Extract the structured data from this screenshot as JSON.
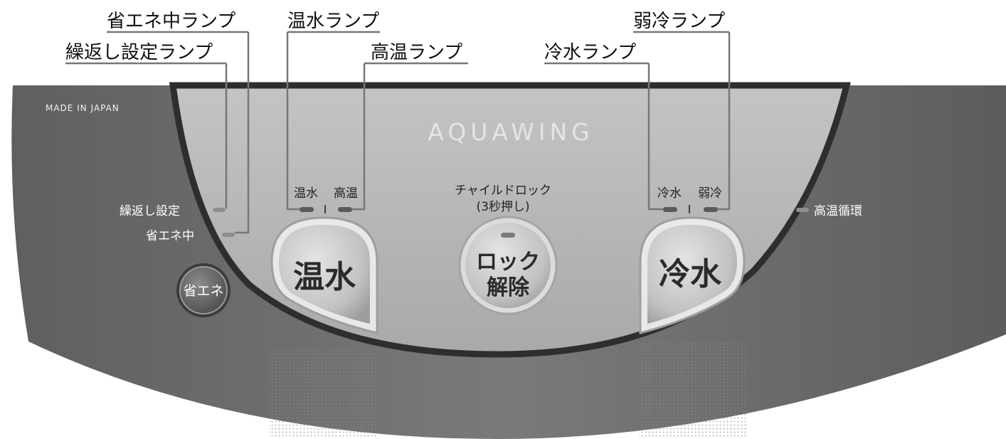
{
  "callouts": {
    "eco_lamp": "省エネ中ランプ",
    "repeat_lamp": "繰返し設定ランプ",
    "hot_lamp": "温水ランプ",
    "high_temp_lamp": "高温ランプ",
    "cold_lamp": "冷水ランプ",
    "weak_cold_lamp": "弱冷ランプ"
  },
  "panel": {
    "made_in": "MADE IN JAPAN",
    "brand": "AQUAWING",
    "repeat_setting": "繰返し設定",
    "eco_mode": "省エネ中",
    "hot_label": "温水",
    "high_temp_label": "高温",
    "child_lock_line1": "チャイルドロック",
    "child_lock_line2": "(3秒押し)",
    "cold_label": "冷水",
    "weak_cold_label": "弱冷",
    "high_temp_circulation": "高温循環"
  },
  "buttons": {
    "eco": "省エネ",
    "hot": "温水",
    "unlock_line1": "ロック",
    "unlock_line2": "解除",
    "cold": "冷水"
  },
  "colors": {
    "outer_panel": "#6b6b6d",
    "inner_panel": "#b9b9bb",
    "button_face": "#c9c9cb",
    "lamp": "#5a5a5c",
    "leader_line": "#777777"
  }
}
